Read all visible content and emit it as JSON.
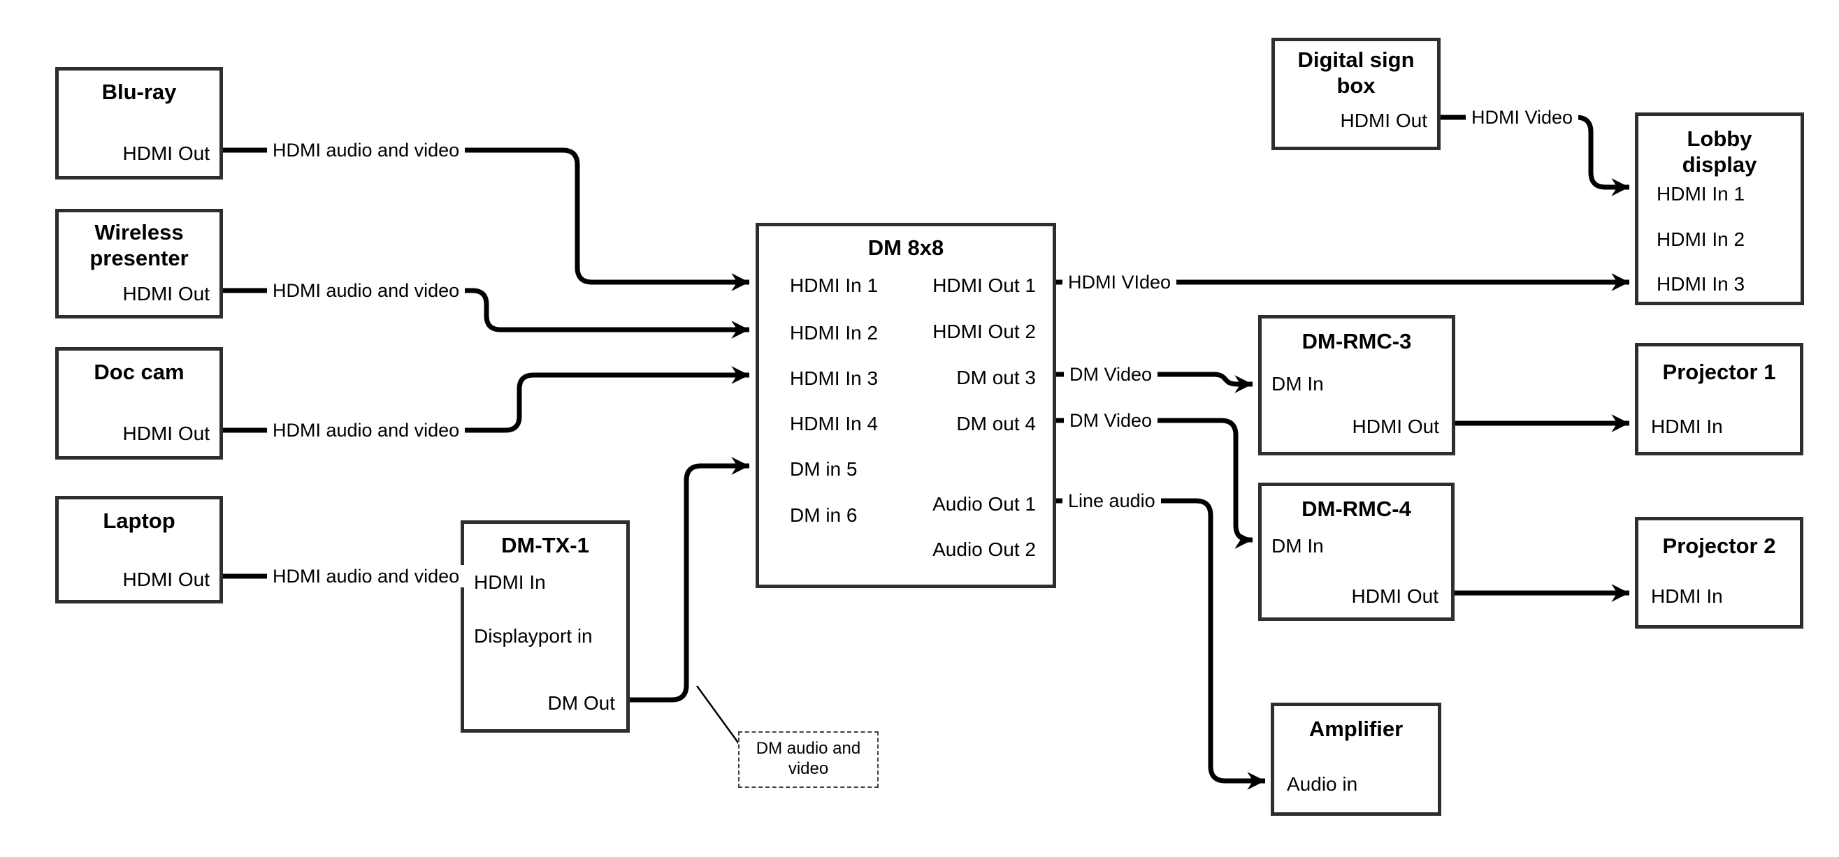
{
  "colors": {
    "ink": "#000000",
    "box_border": "#2e2e2e",
    "background": "#ffffff"
  },
  "boxes": {
    "blu_ray": {
      "title": "Blu-ray",
      "hdmi_out": "HDMI Out"
    },
    "wireless_presenter": {
      "title_line1": "Wireless",
      "title_line2": "presenter",
      "hdmi_out": "HDMI Out"
    },
    "doc_cam": {
      "title": "Doc cam",
      "hdmi_out": "HDMI Out"
    },
    "laptop": {
      "title": "Laptop",
      "hdmi_out": "HDMI Out"
    },
    "dm_tx_1": {
      "title": "DM-TX-1",
      "hdmi_in": "HDMI In",
      "displayport_in": "Displayport in",
      "dm_out": "DM Out"
    },
    "dm_8x8": {
      "title": "DM 8x8",
      "hdmi_in_1": "HDMI In 1",
      "hdmi_in_2": "HDMI In 2",
      "hdmi_in_3": "HDMI In 3",
      "hdmi_in_4": "HDMI In 4",
      "dm_in_5": "DM in 5",
      "dm_in_6": "DM in 6",
      "hdmi_out_1": "HDMI Out 1",
      "hdmi_out_2": "HDMI Out 2",
      "dm_out_3": "DM out 3",
      "dm_out_4": "DM out 4",
      "audio_out_1": "Audio Out 1",
      "audio_out_2": "Audio Out 2"
    },
    "digital_sign_box": {
      "title_line1": "Digital sign",
      "title_line2": "box",
      "hdmi_out": "HDMI Out"
    },
    "lobby_display": {
      "title_line1": "Lobby",
      "title_line2": "display",
      "hdmi_in_1": "HDMI In 1",
      "hdmi_in_2": "HDMI In 2",
      "hdmi_in_3": "HDMI In 3"
    },
    "dm_rmc_3": {
      "title": "DM-RMC-3",
      "dm_in": "DM In",
      "hdmi_out": "HDMI Out"
    },
    "projector_1": {
      "title": "Projector 1",
      "hdmi_in": "HDMI In"
    },
    "dm_rmc_4": {
      "title": "DM-RMC-4",
      "dm_in": "DM In",
      "hdmi_out": "HDMI Out"
    },
    "projector_2": {
      "title": "Projector 2",
      "hdmi_in": "HDMI In"
    },
    "amplifier": {
      "title": "Amplifier",
      "audio_in": "Audio in"
    }
  },
  "wire_labels": {
    "bluray_to_dm8x8": "HDMI audio and video",
    "wireless_to_dm8x8": "HDMI audio and video",
    "doccam_to_dm8x8": "HDMI audio and video",
    "laptop_to_dmtx1": "HDMI audio and video",
    "hdmiout1_to_lobby": "HDMI VIdeo",
    "digitalsign_to_lobby": "HDMI Video",
    "dmout3_to_rmc3": "DM Video",
    "dmout4_to_rmc4": "DM Video",
    "audioout1_to_amplifier": "Line audio"
  },
  "annotation": {
    "line1": "DM audio and",
    "line2": "video"
  }
}
